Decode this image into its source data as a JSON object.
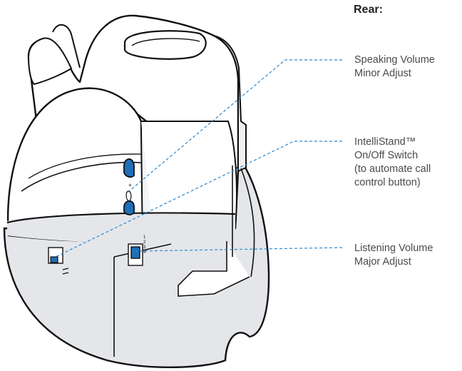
{
  "heading": "Rear:",
  "callouts": [
    {
      "lines": [
        "Speaking Volume",
        "Minor Adjust"
      ]
    },
    {
      "lines": [
        "IntelliStand™",
        "On/Off Switch",
        "(to automate call",
        "control button)"
      ]
    },
    {
      "lines": [
        "Listening Volume",
        "Major Adjust"
      ]
    }
  ],
  "switch_marks": [
    "1",
    "2",
    "3",
    "4"
  ],
  "colors": {
    "outline": "#111111",
    "body_top": "#ffffff",
    "body_bottom": "#e4e6e9",
    "accent_blue": "#1f6fb8",
    "leader_line": "#2a88d0",
    "label_text": "#4a4a4a"
  }
}
